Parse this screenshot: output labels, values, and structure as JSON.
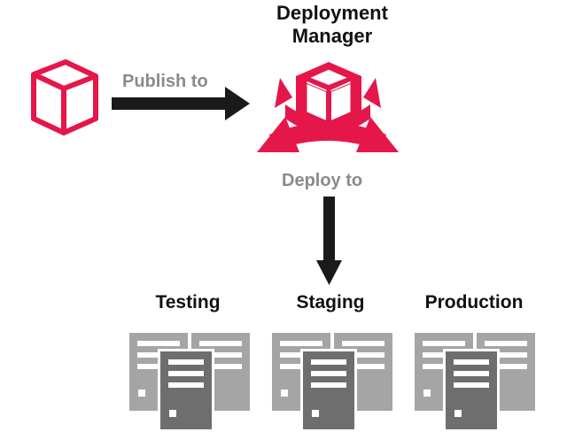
{
  "diagram": {
    "title_line1": "Deployment",
    "title_line2": "Manager",
    "publish_label": "Publish to",
    "deploy_label": "Deploy to",
    "environments": [
      {
        "label": "Testing"
      },
      {
        "label": "Staging"
      },
      {
        "label": "Production"
      }
    ]
  },
  "colors": {
    "accent": "#e5174a",
    "arrow": "#1a1a1a",
    "label_gray": "#8a8a8a",
    "server_light": "#a5a5a5",
    "server_dark": "#6e6e6e"
  }
}
